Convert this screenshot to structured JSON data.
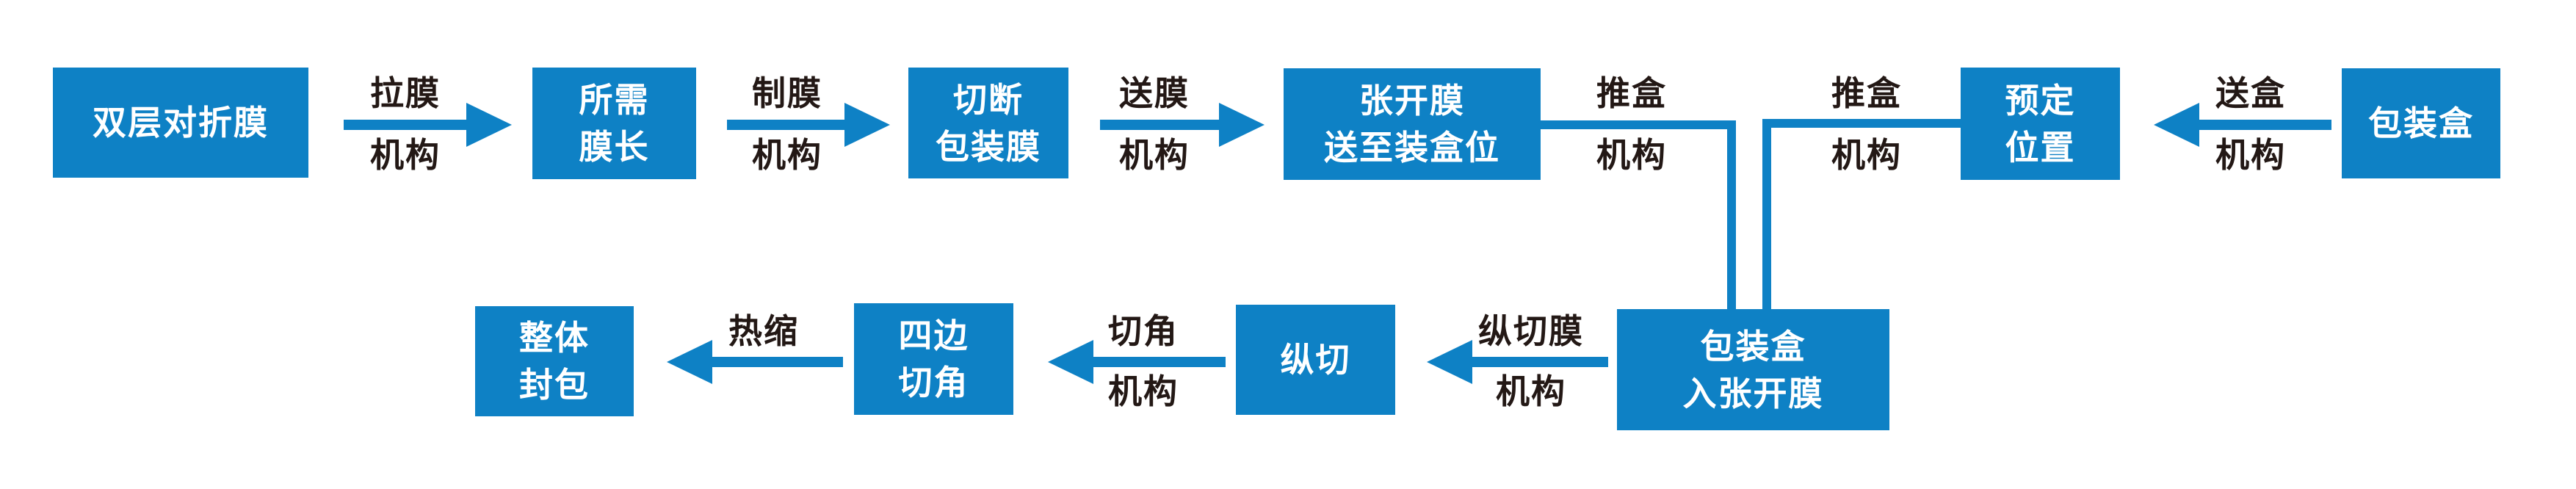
{
  "colors": {
    "accent": "#0e81c5",
    "label_text": "#231815",
    "box_text": "#ffffff",
    "background": "#ffffff"
  },
  "flow": {
    "boxes": {
      "double_fold_film": {
        "lines": [
          "双层对折膜"
        ]
      },
      "required_film_length": {
        "lines": [
          "所需",
          "膜长"
        ]
      },
      "cut_packaging_film": {
        "lines": [
          "切断",
          "包装膜"
        ]
      },
      "open_film_to_boxing": {
        "lines": [
          "张开膜",
          "送至装盒位"
        ]
      },
      "preset_position": {
        "lines": [
          "预定",
          "位置"
        ]
      },
      "packaging_box": {
        "lines": [
          "包装盒"
        ]
      },
      "box_into_open_film": {
        "lines": [
          "包装盒",
          "入张开膜"
        ]
      },
      "longitudinal_cut": {
        "lines": [
          "纵切"
        ]
      },
      "four_side_corner_cut": {
        "lines": [
          "四边",
          "切角"
        ]
      },
      "overall_sealing": {
        "lines": [
          "整体",
          "封包"
        ]
      }
    },
    "labels": {
      "pull_film": {
        "top": "拉膜",
        "bottom": "机构"
      },
      "make_film": {
        "top": "制膜",
        "bottom": "机构"
      },
      "feed_film": {
        "top": "送膜",
        "bottom": "机构"
      },
      "push_box_left": {
        "top": "推盒",
        "bottom": "机构"
      },
      "push_box_right": {
        "top": "推盒",
        "bottom": "机构"
      },
      "feed_box": {
        "top": "送盒",
        "bottom": "机构"
      },
      "slit_film": {
        "top": "纵切膜",
        "bottom": "机构"
      },
      "corner_cut": {
        "top": "切角",
        "bottom": "机构"
      },
      "heat_shrink": {
        "top": "热缩"
      }
    }
  }
}
